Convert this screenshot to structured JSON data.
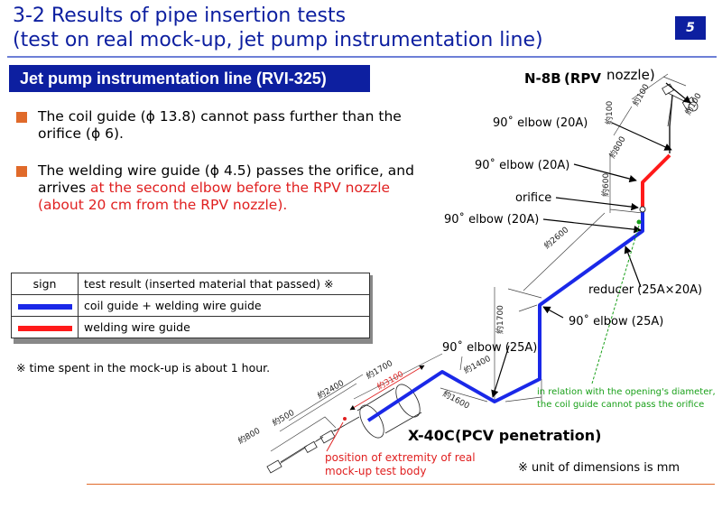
{
  "title": {
    "line1": "3-2 Results of pipe insertion tests",
    "line2": "(test on real mock-up, jet pump instrumentation line)",
    "page_number": "5"
  },
  "section_heading": "Jet pump instrumentation line (RVI-325)",
  "bullets": [
    {
      "text": "The coil guide (ϕ 13.8) cannot pass further than the orifice (ϕ  6)."
    },
    {
      "text_black": "The welding wire guide (ϕ  4.5) passes the orifice, and arrives ",
      "text_red": "at the second elbow before the RPV nozzle (about 20 cm from the RPV nozzle)."
    }
  ],
  "legend": {
    "header_sign": "sign",
    "header_result": "test result (inserted material that passed) ※",
    "rows": [
      {
        "color": "#1a28e8",
        "label": "coil guide + welding wire guide"
      },
      {
        "color": "#ff1a1a",
        "label": "welding wire guide"
      }
    ]
  },
  "notes": {
    "time": "※ time spent in the mock-up is about 1 hour.",
    "unit": "※ unit of dimensions is mm"
  },
  "diagram": {
    "labels": {
      "n8b_bold": "N-8B",
      "n8b_rpv": "(RPV",
      "n8b_nozzle": "nozzle)",
      "elbow_20a_1": "90˚ elbow (20A)",
      "elbow_20a_2": "90˚ elbow (20A)",
      "orifice": "orifice",
      "elbow_20a_3": "90˚ elbow (20A)",
      "reducer": "reducer (25A×20A)",
      "elbow_25a_1": "90˚ elbow (25A)",
      "elbow_25a_2": "90˚ elbow (25A)",
      "green_note_1": "in relation with the opening's diameter,",
      "green_note_2": "the coil guide cannot pass the orifice",
      "x40c_bold": "X-40C",
      "x40c_rest": "(PCV penetration)",
      "extremity_1": "position of extremity of real",
      "extremity_2": "mock-up test body"
    },
    "dimensions": {
      "d100a": "約100",
      "d100b": "約100",
      "d100c": "約100",
      "d800top": "約800",
      "d600": "約600",
      "d2600": "約2600",
      "d1700v": "約1700",
      "d1400": "約1400",
      "d1600": "約1600",
      "d1700": "約1700",
      "d3100": "約3100",
      "d2400": "約2400",
      "d500": "約500",
      "d800": "約800"
    },
    "colors": {
      "coil_path": "#1a28e8",
      "wire_path": "#ff1a1a",
      "leader_note": "#19a019",
      "extremity_text": "#e02020"
    }
  }
}
